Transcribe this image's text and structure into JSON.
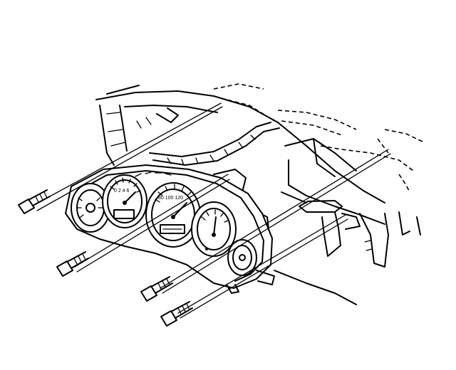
{
  "figure": {
    "subject": "instrument-cluster-removal",
    "colors": {
      "ink": "#000000",
      "paper": "#ffffff"
    },
    "fasteners": [
      {
        "id": "screw-1"
      },
      {
        "id": "screw-2"
      },
      {
        "id": "screw-3"
      },
      {
        "id": "screw-4"
      }
    ]
  }
}
